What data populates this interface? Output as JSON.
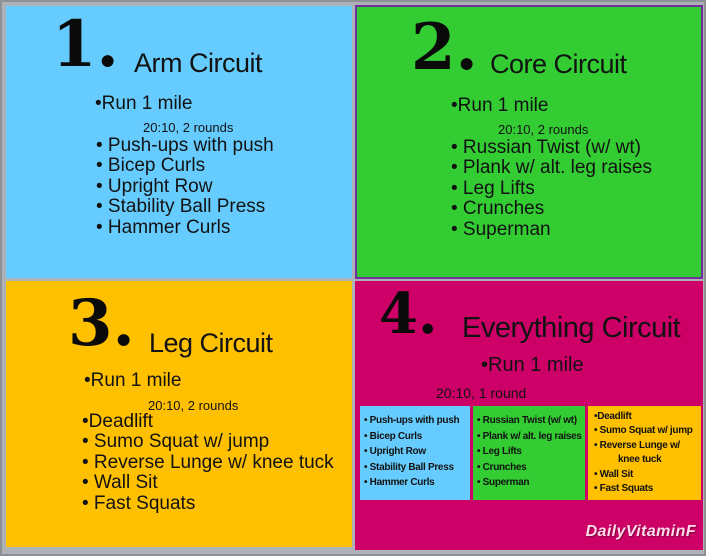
{
  "slide": {
    "watermark": "DailyVitaminF"
  },
  "colors": {
    "arm_panel": "#66CCFF",
    "core_panel": "#33CC33",
    "core_panel_border": "#7030A0",
    "leg_panel": "#FFC000",
    "everything_panel": "#CC0066",
    "frame_gray": "#AEB1B5",
    "text": "#121212",
    "watermark_text": "#FFDCE9"
  },
  "quadrants": {
    "arm": {
      "number": "1.",
      "title": "Arm Circuit",
      "run": "•Run 1 mile",
      "rounds": "20:10, 2 rounds",
      "items": [
        "• Push-ups with push",
        "• Bicep Curls",
        "• Upright Row",
        "• Stability Ball Press",
        "• Hammer Curls"
      ]
    },
    "core": {
      "number": "2.",
      "title": "Core Circuit",
      "run": "•Run 1 mile",
      "rounds": "20:10, 2 rounds",
      "items": [
        "• Russian Twist (w/ wt)",
        "• Plank w/ alt. leg raises",
        "• Leg Lifts",
        "• Crunches",
        "• Superman"
      ]
    },
    "leg": {
      "number": "3.",
      "title": "Leg Circuit",
      "run": "•Run 1 mile",
      "rounds": "20:10, 2 rounds",
      "items": [
        "•Deadlift",
        "• Sumo Squat w/ jump",
        "• Reverse Lunge w/ knee tuck",
        "• Wall Sit",
        "• Fast Squats"
      ]
    },
    "everything": {
      "number": "4.",
      "title": "Everything Circuit",
      "run": "•Run 1 mile",
      "rounds": "20:10, 1 round",
      "boxes": [
        {
          "label": "arm-exercises",
          "items": [
            "• Push-ups with push",
            "• Bicep Curls",
            "• Upright Row",
            "• Stability Ball Press",
            "• Hammer Curls"
          ]
        },
        {
          "label": "core-exercises",
          "items": [
            "• Russian Twist (w/ wt)",
            "• Plank w/ alt. leg raises",
            "• Leg Lifts",
            "• Crunches",
            "• Superman"
          ]
        },
        {
          "label": "leg-exercises",
          "items": [
            "•Deadlift",
            "• Sumo Squat w/ jump",
            "• Reverse Lunge w/ knee tuck",
            "• Wall Sit",
            "• Fast Squats"
          ]
        }
      ]
    }
  }
}
